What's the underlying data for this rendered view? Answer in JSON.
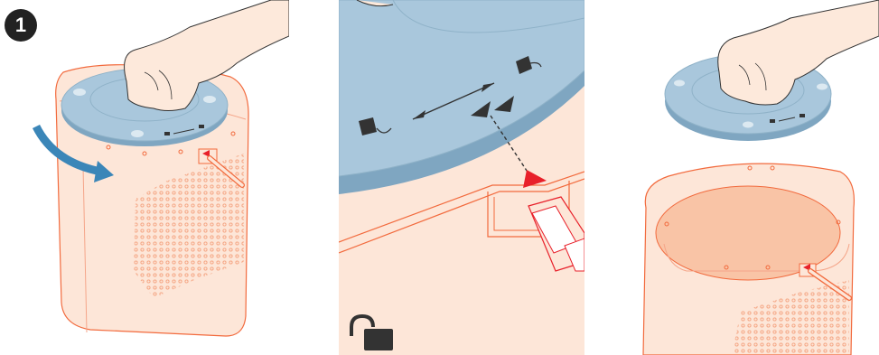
{
  "step": {
    "number": "1"
  },
  "colors": {
    "speaker_fill": "#fde6d8",
    "speaker_stroke": "#f26a3d",
    "lid_fill": "#a9c7dc",
    "lid_dark": "#7fa6c1",
    "arrow_blue": "#3b86b8",
    "alignment_red": "#e8202a",
    "skin": "#fde9db",
    "grille_hole": "#f4a17e",
    "lock_icon": "#333333"
  },
  "panels": [
    {
      "name": "rotate-lid",
      "icons": [
        "hand-icon",
        "rotate-arrow-icon"
      ]
    },
    {
      "name": "alignment-detail",
      "icons": [
        "locked-icon",
        "unlocked-icon",
        "unlock-icon"
      ]
    },
    {
      "name": "lift-lid",
      "icons": [
        "hand-icon"
      ]
    }
  ]
}
